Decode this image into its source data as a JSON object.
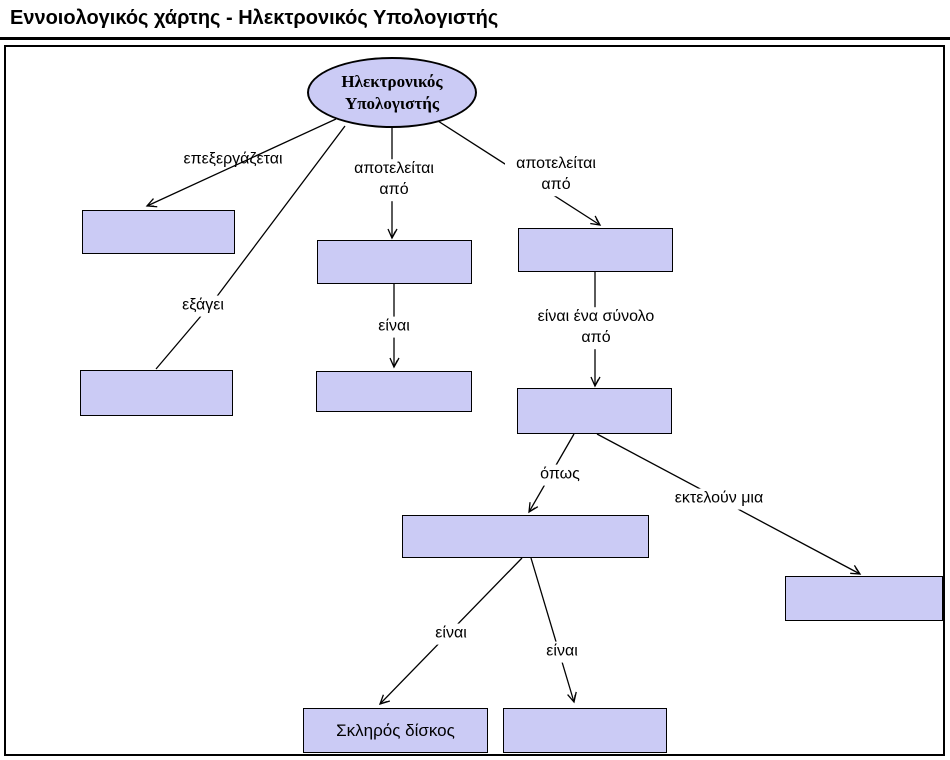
{
  "window": {
    "title": "Εννοιολογικός χάρτης - Ηλεκτρονικός Υπολογιστής"
  },
  "concept_map": {
    "root": {
      "line1": "Ηλεκτρονικός",
      "line2": "Υπολογιστής"
    },
    "edges": [
      {
        "id": "processes",
        "label": "επεξεργάζεται"
      },
      {
        "id": "consists-of-1",
        "label": "αποτελείται από"
      },
      {
        "id": "consists-of-2",
        "label": "αποτελείται από"
      },
      {
        "id": "exports",
        "label": "εξάγει"
      },
      {
        "id": "is-1",
        "label": "είναι"
      },
      {
        "id": "is-a-set-of",
        "label": "είναι ένα σύνολο από"
      },
      {
        "id": "such-as",
        "label": "όπως"
      },
      {
        "id": "execute-a",
        "label": "εκτελούν μια"
      },
      {
        "id": "is-2",
        "label": "είναι"
      },
      {
        "id": "is-3",
        "label": "είναι"
      }
    ],
    "nodes": [
      {
        "id": "processes-target",
        "label": ""
      },
      {
        "id": "exports-target",
        "label": ""
      },
      {
        "id": "component-1",
        "label": ""
      },
      {
        "id": "component-1-type",
        "label": ""
      },
      {
        "id": "component-2",
        "label": ""
      },
      {
        "id": "set-of-target",
        "label": ""
      },
      {
        "id": "such-as-target",
        "label": ""
      },
      {
        "id": "execute-target",
        "label": ""
      },
      {
        "id": "hard-disk",
        "label": "Σκληρός δίσκος"
      },
      {
        "id": "such-as-type-2",
        "label": ""
      }
    ],
    "colors": {
      "node_fill": "#cbcbf5",
      "node_border": "#000000",
      "edge_color": "#000000",
      "background": "#ffffff",
      "text_color": "#000000"
    }
  }
}
